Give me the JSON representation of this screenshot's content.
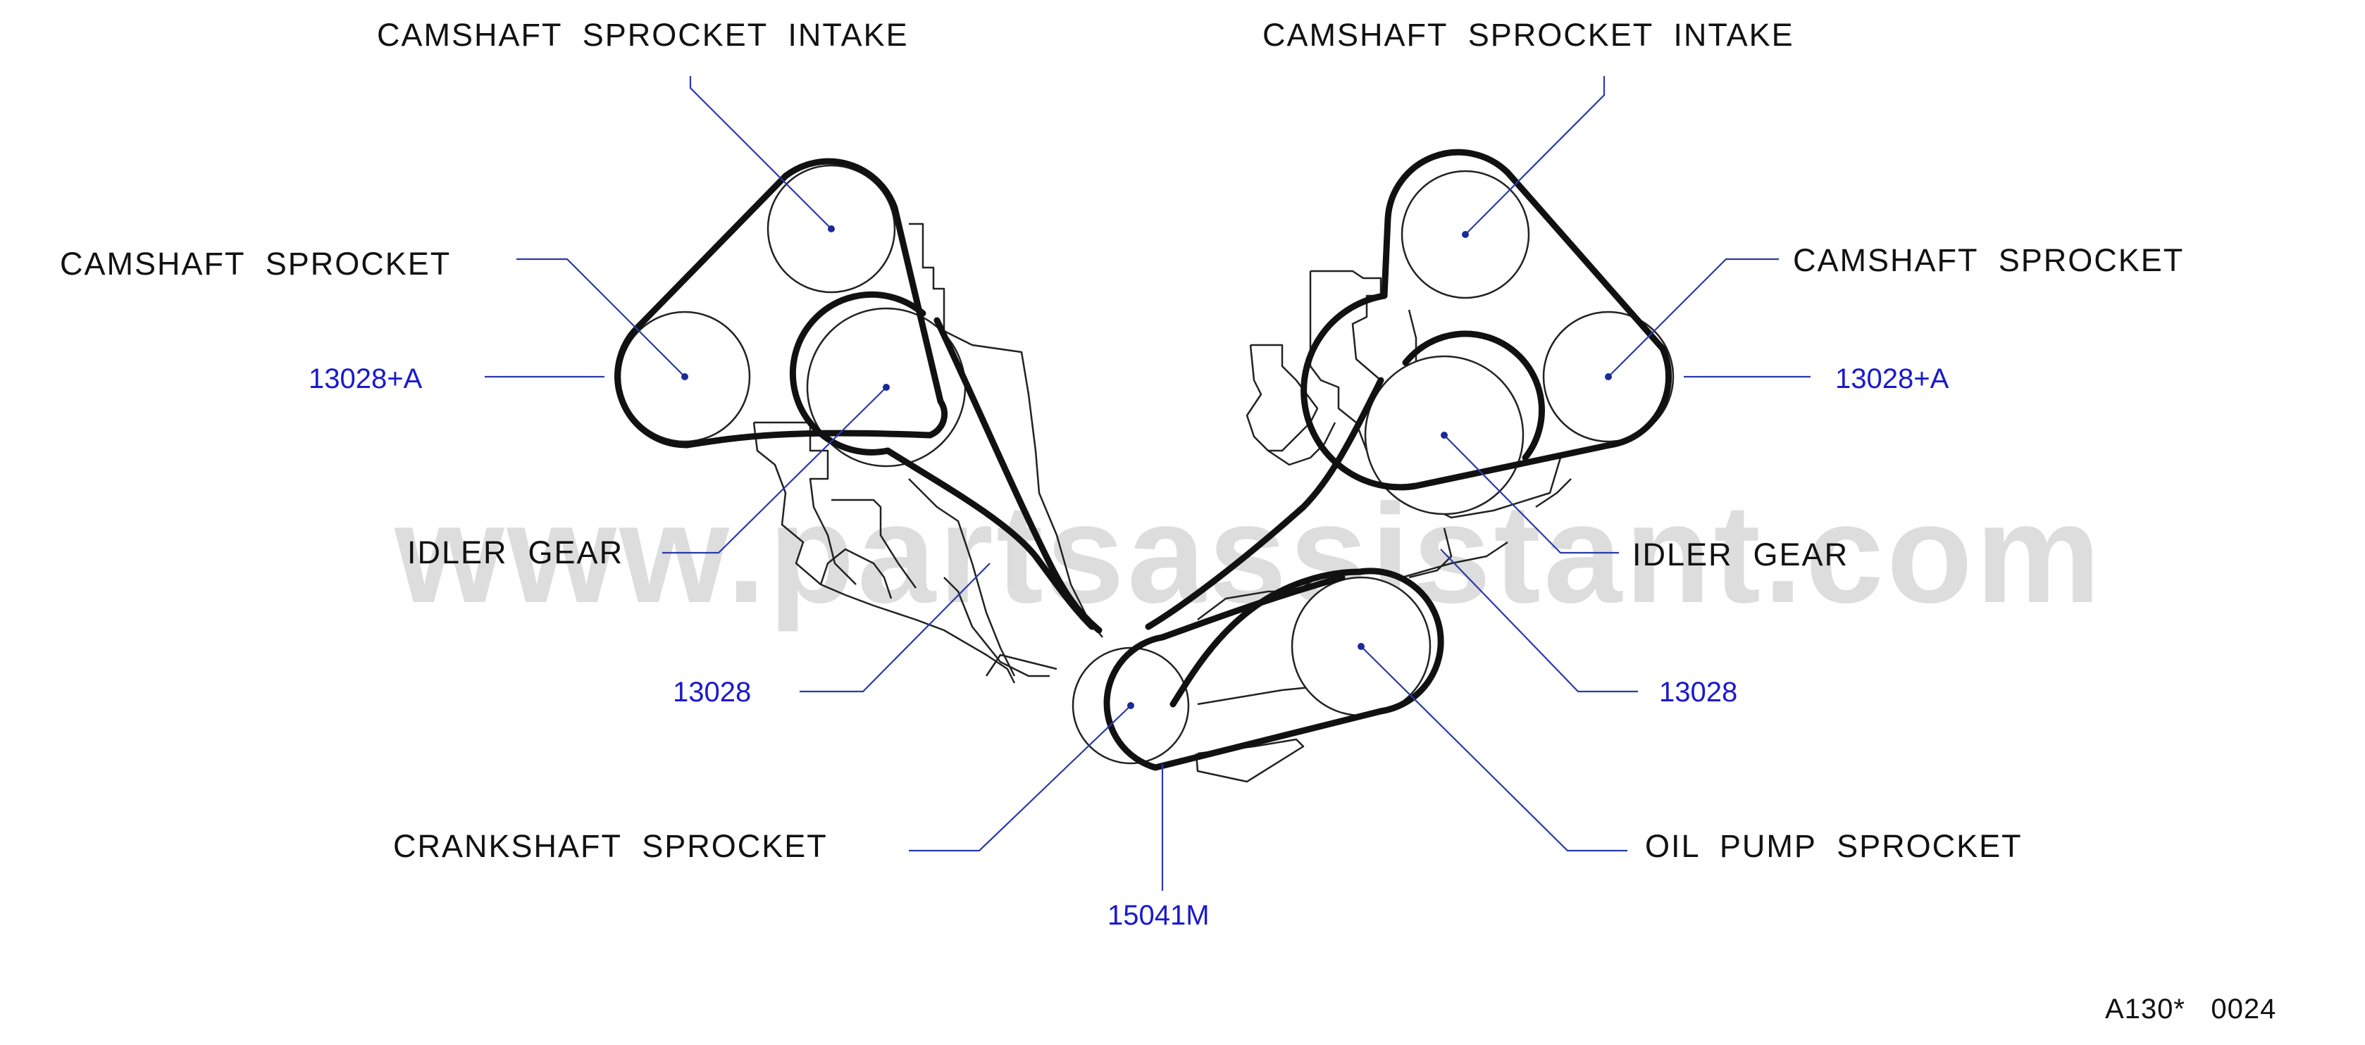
{
  "diagram": {
    "labels": {
      "cam_intake_left": "CAMSHAFT  SPROCKET  INTAKE",
      "cam_intake_right": "CAMSHAFT  SPROCKET  INTAKE",
      "cam_left": "CAMSHAFT  SPROCKET",
      "cam_right": "CAMSHAFT  SPROCKET",
      "idler_left": "IDLER  GEAR",
      "idler_right": "IDLER  GEAR",
      "crank": "CRANKSHAFT  SPROCKET",
      "oil_pump": "OIL  PUMP  SPROCKET"
    },
    "part_numbers": {
      "left_13028a": "13028+A",
      "right_13028a": "13028+A",
      "left_13028": "13028",
      "right_13028": "13028",
      "belt": "15041M"
    },
    "watermark": "www.partsassistant.com",
    "figure_code": "A130*   0024"
  }
}
